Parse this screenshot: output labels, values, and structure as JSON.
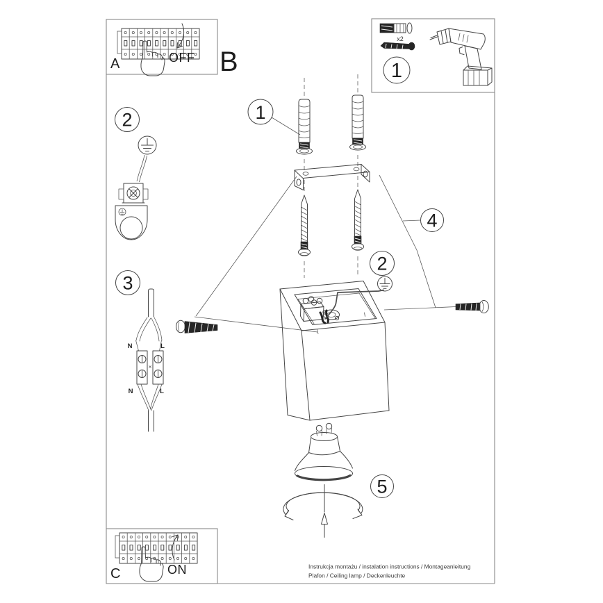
{
  "sections": {
    "a": "A",
    "b": "B",
    "c": "C"
  },
  "breaker": {
    "off": "OFF",
    "on": "ON"
  },
  "tools": {
    "step": "1",
    "dowel_qty": "x2"
  },
  "callouts": {
    "dowels": "1",
    "ground_main": "2",
    "ground_side": "2",
    "wiring": "3",
    "enclosure": "4",
    "bulb": "5"
  },
  "wiring_labels": {
    "neutral_top": "N",
    "live_top": "L",
    "neutral_bottom": "N",
    "live_bottom": "L"
  },
  "footer": {
    "line1": "Instrukcja montażu / instalation instructions / Montageanleitung",
    "line2": "Plafon / Ceiling lamp / Deckenleuchte"
  }
}
